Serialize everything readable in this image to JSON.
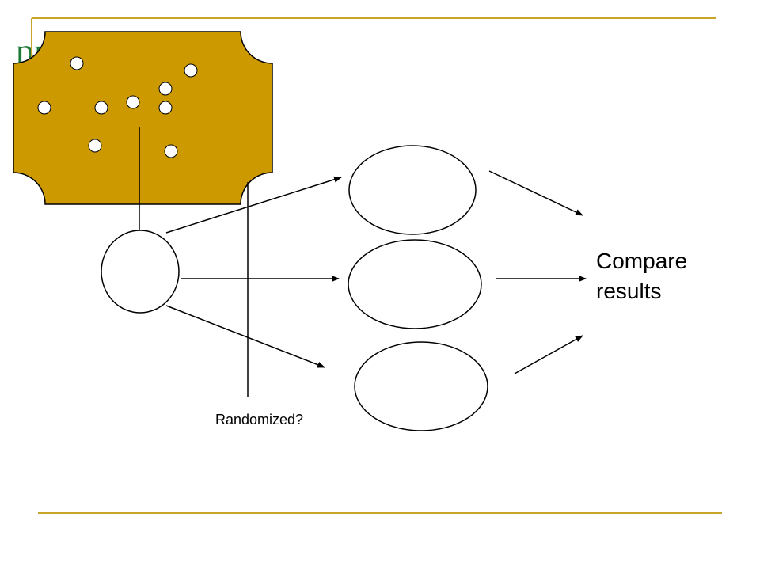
{
  "slide": {
    "title": "process",
    "compare_label": "Compare results",
    "randomized_label": "Randomized?"
  },
  "colors": {
    "rule": "#c8a428",
    "title": "#1f7a3a",
    "population_fill": "#cc9900",
    "stroke": "#000000"
  },
  "icons": {
    "population": "rounded-plaque-with-dots",
    "arrows": "line-arrow"
  }
}
